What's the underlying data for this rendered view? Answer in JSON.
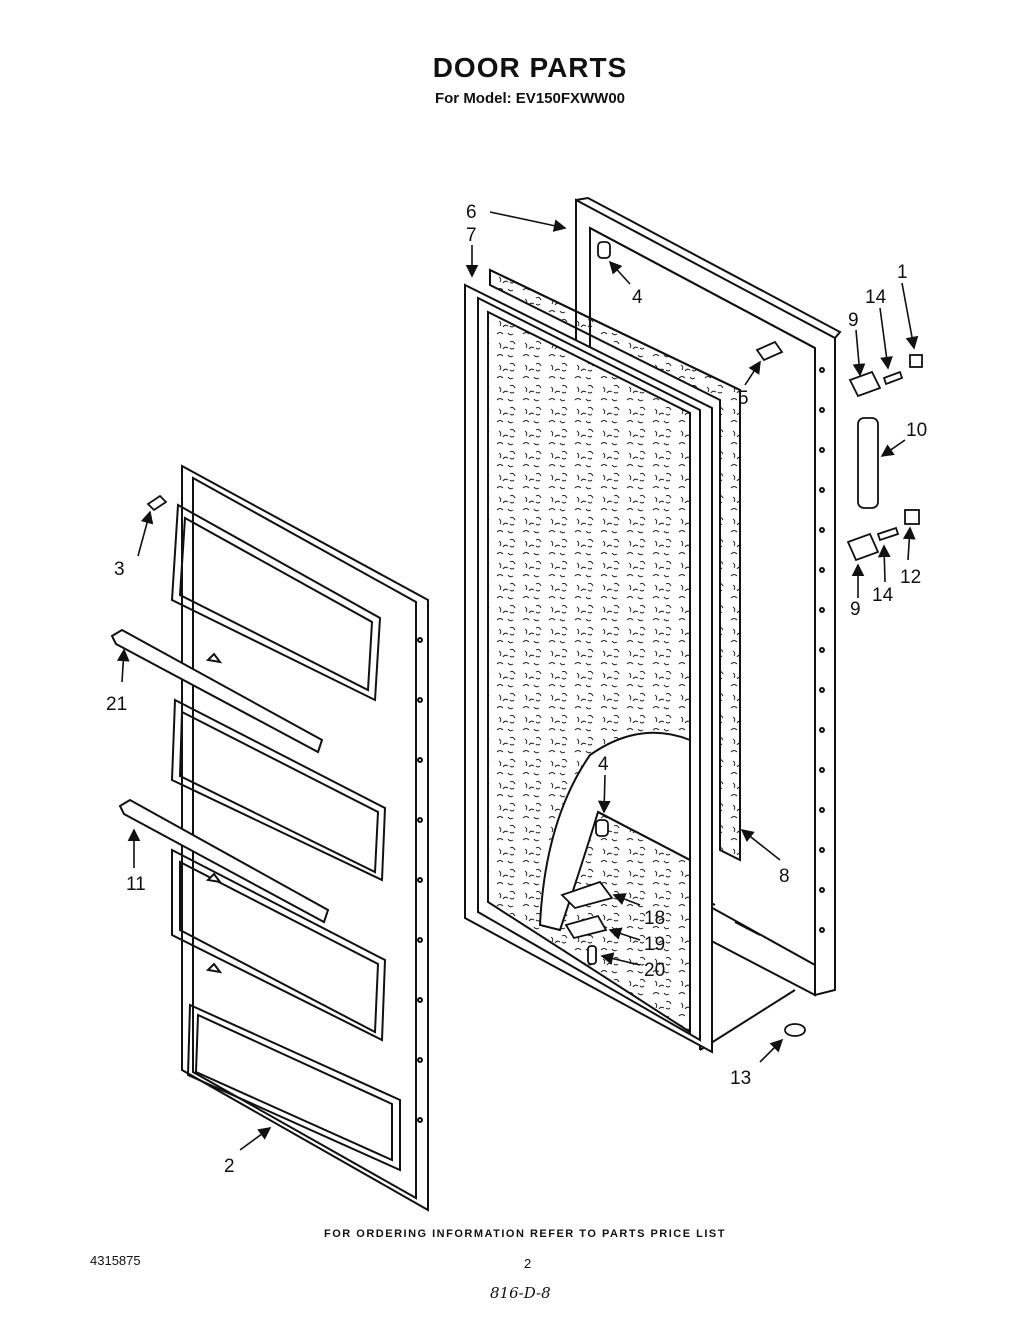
{
  "title": "DOOR PARTS",
  "subtitle": "For Model: EV150FXWW00",
  "footer_note": "FOR ORDERING INFORMATION REFER TO PARTS PRICE LIST",
  "doc_number": "4315875",
  "page_number": "2",
  "handwritten_note": "816-D-8",
  "callouts": {
    "c1": "1",
    "c2": "2",
    "c3": "3",
    "c4a": "4",
    "c4b": "4",
    "c5": "5",
    "c6": "6",
    "c7": "7",
    "c8": "8",
    "c9a": "9",
    "c9b": "9",
    "c10": "10",
    "c11": "11",
    "c12": "12",
    "c13": "13",
    "c14a": "14",
    "c14b": "14",
    "c18": "18",
    "c19": "19",
    "c20": "20",
    "c21": "21"
  }
}
